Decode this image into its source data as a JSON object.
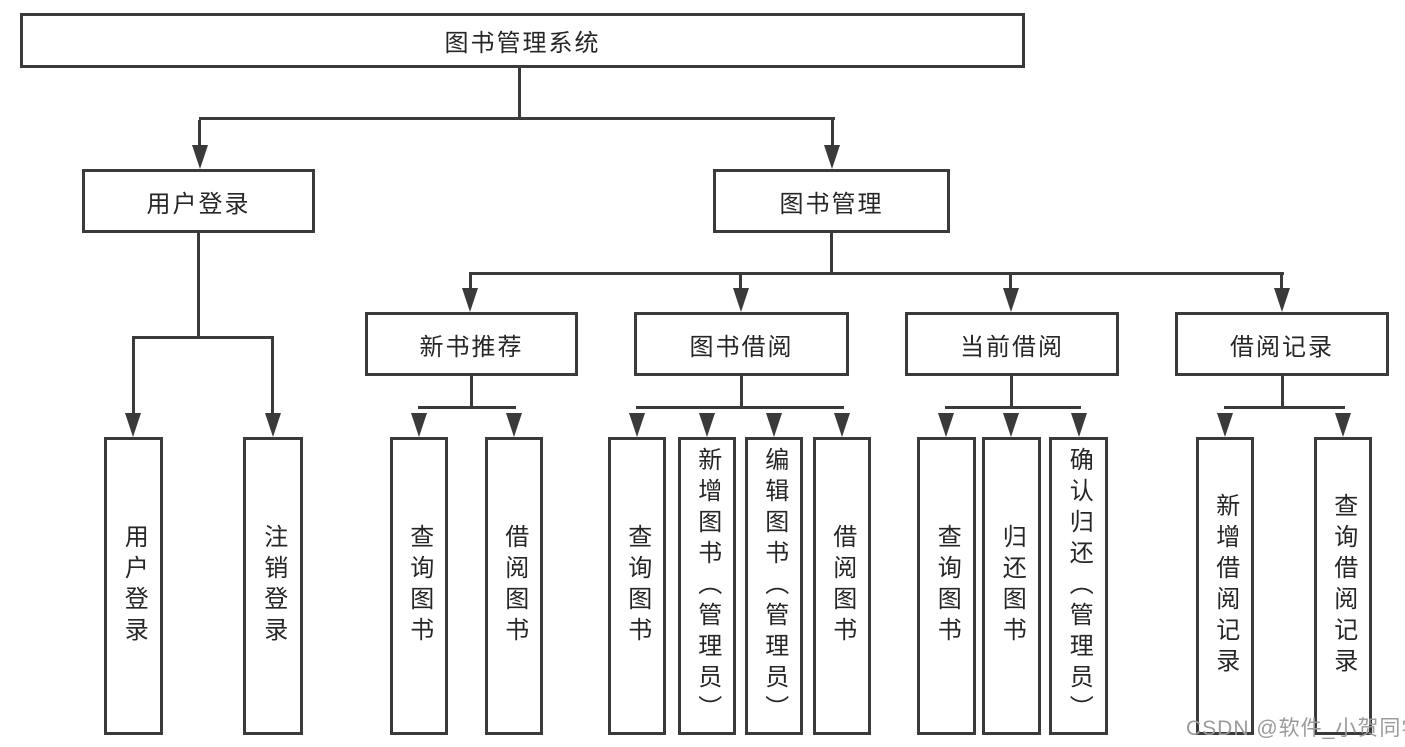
{
  "tree": {
    "root": {
      "label": "图书管理系统"
    },
    "branches": [
      {
        "label": "用户登录",
        "children": [
          {
            "label": "用户登录"
          },
          {
            "label": "注销登录"
          }
        ]
      },
      {
        "label": "图书管理",
        "children": [
          {
            "label": "新书推荐",
            "children": [
              {
                "label": "查询图书"
              },
              {
                "label": "借阅图书"
              }
            ]
          },
          {
            "label": "图书借阅",
            "children": [
              {
                "label": "查询图书"
              },
              {
                "label": "新增图书（管理员）"
              },
              {
                "label": "编辑图书（管理员）"
              },
              {
                "label": "借阅图书"
              }
            ]
          },
          {
            "label": "当前借阅",
            "children": [
              {
                "label": "查询图书"
              },
              {
                "label": "归还图书"
              },
              {
                "label": "确认归还（管理员）"
              }
            ]
          },
          {
            "label": "借阅记录",
            "children": [
              {
                "label": "新增借阅记录"
              },
              {
                "label": "查询借阅记录"
              }
            ]
          }
        ]
      }
    ]
  },
  "watermark": {
    "text": "CSDN @软件_小贺同学"
  },
  "colors": {
    "line": "#3a3a3a",
    "text": "#262626",
    "background": "#ffffff",
    "watermark": "#9b9b9b"
  }
}
